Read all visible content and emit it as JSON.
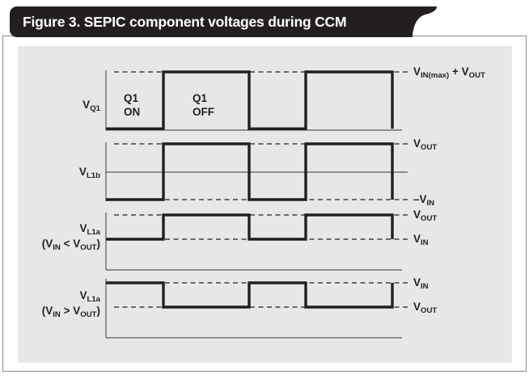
{
  "figure": {
    "title": "Figure 3. SEPIC component voltages during CCM",
    "colors": {
      "banner_background": "#231f20",
      "banner_text": "#ffffff",
      "panel_background": "#e6e7e8",
      "waveform": "#231f20",
      "frame": "#8a8a8a",
      "axis": "#58595b"
    }
  },
  "annotations": {
    "q1_on": "Q1\nON",
    "q1_on_line1": "Q1",
    "q1_on_line2": "ON",
    "q1_off_line1": "Q1",
    "q1_off_line2": "OFF"
  },
  "chart_data": {
    "type": "line",
    "title": "Figure 3. SEPIC component voltages during CCM",
    "xlabel": "",
    "ylabel": "",
    "grid": false,
    "legend": false,
    "description": "Four stacked switching-waveform timing diagrams of SEPIC converter component voltages in continuous conduction mode (CCM), sharing a common time axis.",
    "x": [
      0,
      1,
      1,
      2,
      2,
      3,
      3,
      4,
      4
    ],
    "switching_pattern": "Q1 conducting during low interval of VQ1; period split into ON then OFF sub-intervals, repeated over two and a half cycles.",
    "panels": [
      {
        "id": "vq1",
        "y_axis_label_html": "V<sub>Q1</sub>",
        "y_axis_label_plain": "VQ1",
        "condition": "",
        "levels": [
          {
            "name": "high",
            "label_html": "V<sub>IN(max)</sub> <sup>+</sup> V<sub>OUT</sub>",
            "label_plain": "VIN(max) + VOUT",
            "value": 1
          },
          {
            "name": "low",
            "label_html": "",
            "label_plain": "0",
            "value": 0
          }
        ],
        "values": [
          0,
          0,
          1,
          1,
          0,
          0,
          1,
          1,
          0
        ],
        "starts_low": true,
        "has_zero_axis": false,
        "has_baseline_axis": false,
        "inline_labels": [
          "Q1 ON",
          "Q1 OFF"
        ]
      },
      {
        "id": "vl1b",
        "y_axis_label_html": "V<sub>L1b</sub>",
        "y_axis_label_plain": "VL1b",
        "condition": "",
        "levels": [
          {
            "name": "high",
            "label_html": "V<sub>OUT</sub>",
            "label_plain": "VOUT",
            "value": 1
          },
          {
            "name": "low",
            "label_html": "–V<sub>IN</sub>",
            "label_plain": "-VIN",
            "value": -1
          }
        ],
        "values": [
          -1,
          -1,
          1,
          1,
          -1,
          -1,
          1,
          1,
          -1
        ],
        "starts_low": true,
        "has_zero_axis": true,
        "has_baseline_axis": false,
        "inline_labels": []
      },
      {
        "id": "vl1a_vin_lt_vout",
        "y_axis_label_html": "V<sub>L1a</sub>",
        "y_axis_label_plain": "VL1a",
        "condition_html": "(V<sub>IN</sub> &lt; V<sub>OUT</sub>)",
        "condition_plain": "(VIN < VOUT)",
        "levels": [
          {
            "name": "high",
            "label_html": "V<sub>OUT</sub>",
            "label_plain": "VOUT",
            "value": 1
          },
          {
            "name": "low",
            "label_html": "V<sub>IN</sub>",
            "label_plain": "VIN",
            "value": 0.45
          }
        ],
        "values": [
          0.45,
          0.45,
          1,
          1,
          0.45,
          0.45,
          1,
          1,
          0.45
        ],
        "starts_low": true,
        "has_zero_axis": false,
        "has_baseline_axis": true,
        "inline_labels": []
      },
      {
        "id": "vl1a_vin_gt_vout",
        "y_axis_label_html": "V<sub>L1a</sub>",
        "y_axis_label_plain": "VL1a",
        "condition_html": "(V<sub>IN</sub> &gt; V<sub>OUT</sub>)",
        "condition_plain": "(VIN > VOUT)",
        "levels": [
          {
            "name": "high",
            "label_html": "V<sub>IN</sub>",
            "label_plain": "VIN",
            "value": 1
          },
          {
            "name": "low",
            "label_html": "V<sub>OUT</sub>",
            "label_plain": "VOUT",
            "value": 0.45
          }
        ],
        "values": [
          1,
          1,
          0.45,
          0.45,
          1,
          1,
          0.45,
          0.45,
          1
        ],
        "starts_low": false,
        "has_zero_axis": false,
        "has_baseline_axis": true,
        "inline_labels": []
      }
    ]
  }
}
